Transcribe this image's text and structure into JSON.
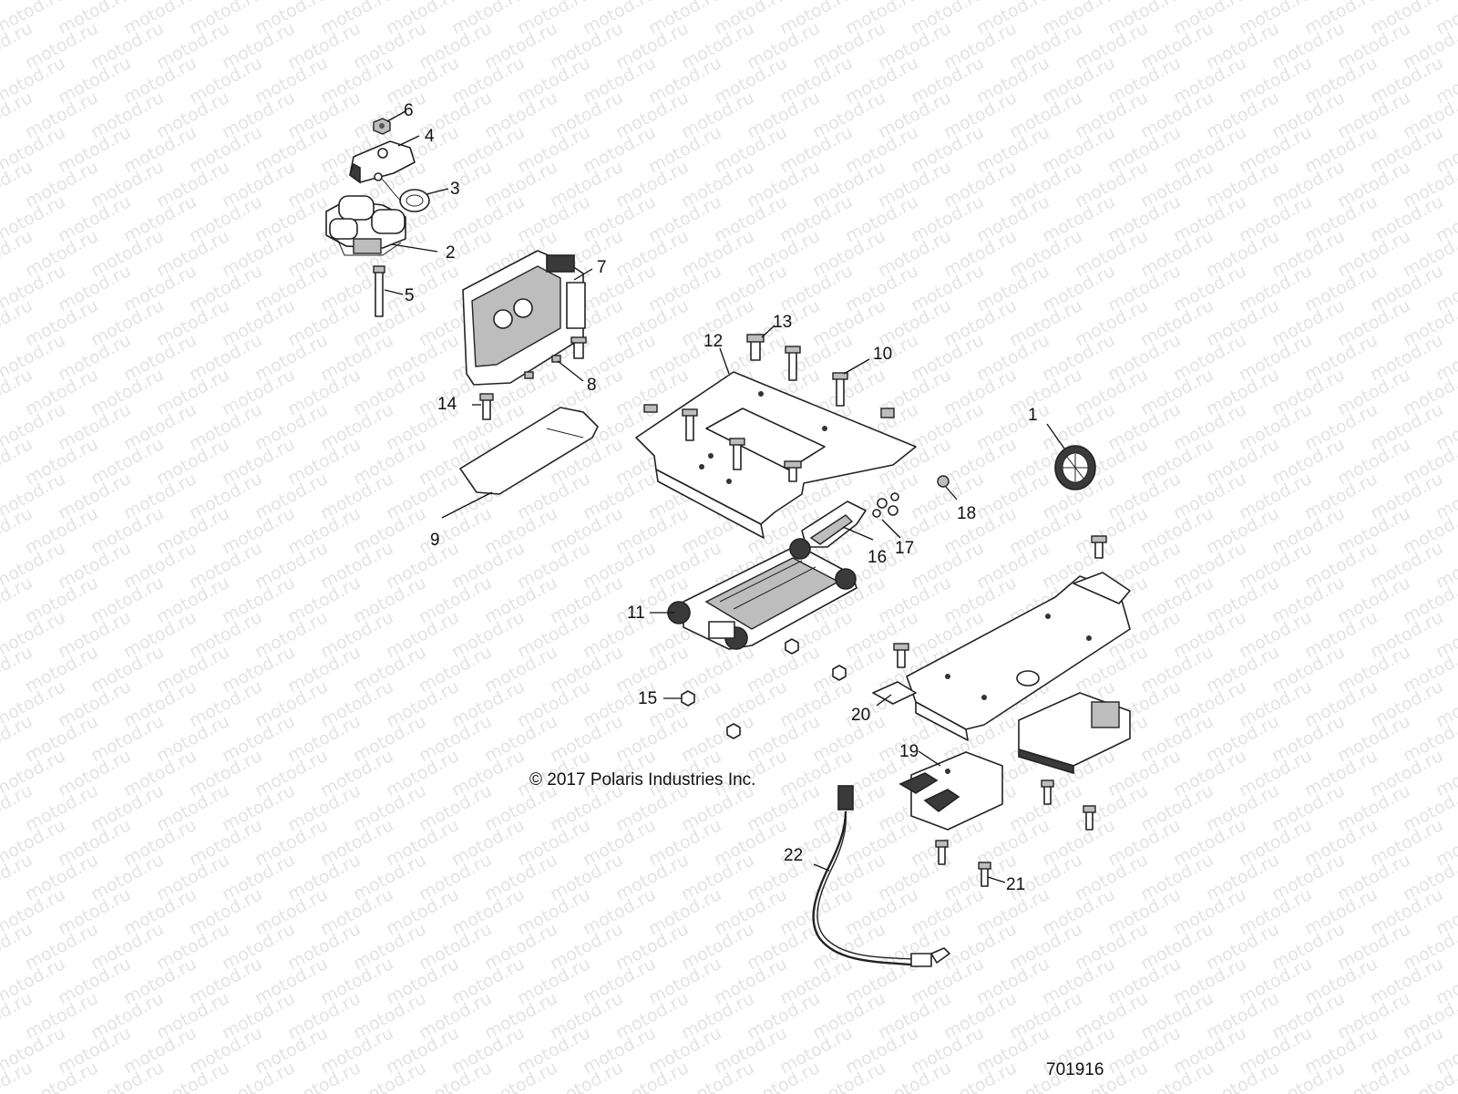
{
  "watermark": "motod.ru",
  "copyright": "© 2017 Polaris Industries Inc.",
  "drawing_number": "701916",
  "callouts": [
    {
      "id": "1",
      "label": "1"
    },
    {
      "id": "2",
      "label": "2"
    },
    {
      "id": "3",
      "label": "3"
    },
    {
      "id": "4",
      "label": "4"
    },
    {
      "id": "5",
      "label": "5"
    },
    {
      "id": "6",
      "label": "6"
    },
    {
      "id": "7",
      "label": "7"
    },
    {
      "id": "8",
      "label": "8"
    },
    {
      "id": "9",
      "label": "9"
    },
    {
      "id": "10",
      "label": "10"
    },
    {
      "id": "11",
      "label": "11"
    },
    {
      "id": "12",
      "label": "12"
    },
    {
      "id": "13",
      "label": "13"
    },
    {
      "id": "14",
      "label": "14"
    },
    {
      "id": "15",
      "label": "15"
    },
    {
      "id": "16",
      "label": "16"
    },
    {
      "id": "17",
      "label": "17"
    },
    {
      "id": "18",
      "label": "18"
    },
    {
      "id": "19",
      "label": "19"
    },
    {
      "id": "20",
      "label": "20"
    },
    {
      "id": "21",
      "label": "21"
    },
    {
      "id": "22",
      "label": "22"
    }
  ]
}
